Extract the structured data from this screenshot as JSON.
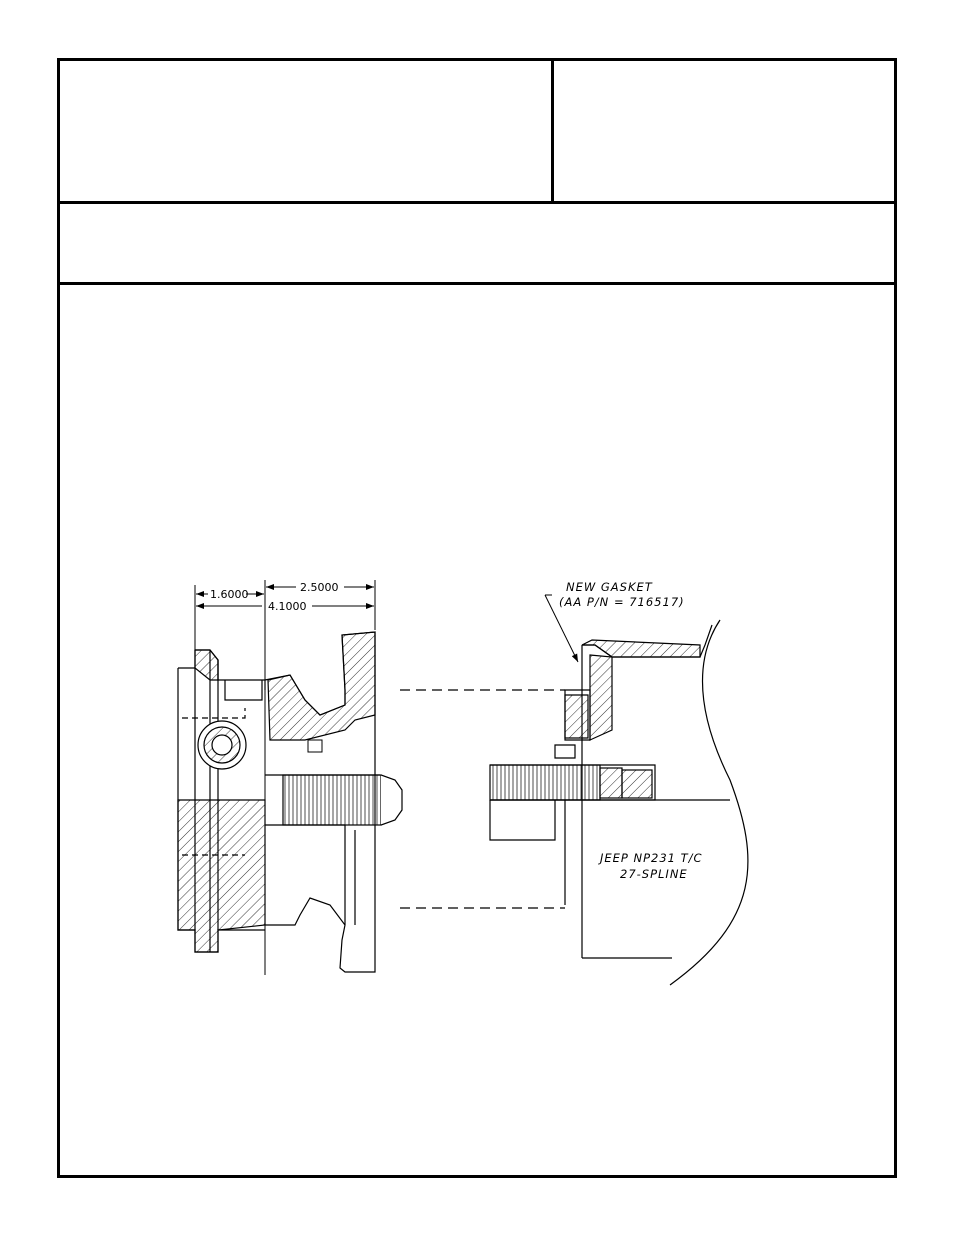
{
  "title_block": {
    "title": "",
    "info": "",
    "description": ""
  },
  "dimensions": {
    "flange_depth": "1.6000",
    "spline_length": "2.5000",
    "overall_length": "4.1000"
  },
  "gasket_callout": {
    "line1": "NEW GASKET",
    "line2": "(AA P/N = 716517)"
  },
  "transfer_case_label": {
    "line1": "JEEP NP231 T/C",
    "line2": "27-SPLINE"
  }
}
